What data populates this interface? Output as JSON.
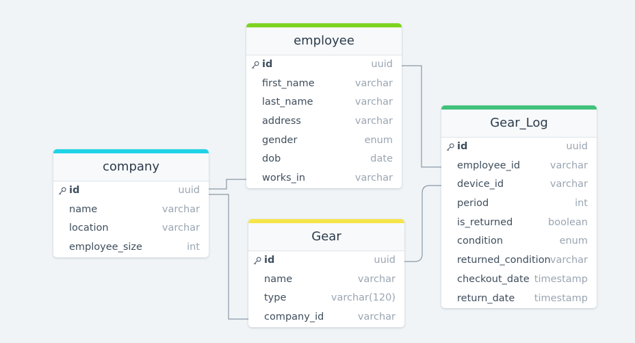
{
  "colors": {
    "background": "#f0f4f7",
    "connector": "#8a97a6",
    "employee_accent": "#7ed321",
    "gear_log_accent": "#3fc27a",
    "company_accent": "#1fd3e6",
    "gear_accent": "#f6e54a"
  },
  "tables": {
    "employee": {
      "name": "employee",
      "fields": [
        {
          "name": "id",
          "type": "uuid",
          "pk": true
        },
        {
          "name": "first_name",
          "type": "varchar"
        },
        {
          "name": "last_name",
          "type": "varchar"
        },
        {
          "name": "address",
          "type": "varchar"
        },
        {
          "name": "gender",
          "type": "enum"
        },
        {
          "name": "dob",
          "type": "date"
        },
        {
          "name": "works_in",
          "type": "varchar"
        }
      ]
    },
    "gear_log": {
      "name": "Gear_Log",
      "fields": [
        {
          "name": "id",
          "type": "uuid",
          "pk": true
        },
        {
          "name": "employee_id",
          "type": "varchar"
        },
        {
          "name": "device_id",
          "type": "varchar"
        },
        {
          "name": "period",
          "type": "int"
        },
        {
          "name": "is_returned",
          "type": "boolean"
        },
        {
          "name": "condition",
          "type": "enum"
        },
        {
          "name": "returned_condition",
          "type": "varchar"
        },
        {
          "name": "checkout_date",
          "type": "timestamp"
        },
        {
          "name": "return_date",
          "type": "timestamp"
        }
      ]
    },
    "company": {
      "name": "company",
      "fields": [
        {
          "name": "id",
          "type": "uuid",
          "pk": true
        },
        {
          "name": "name",
          "type": "varchar"
        },
        {
          "name": "location",
          "type": "varchar"
        },
        {
          "name": "employee_size",
          "type": "int"
        }
      ]
    },
    "gear": {
      "name": "Gear",
      "fields": [
        {
          "name": "id",
          "type": "uuid",
          "pk": true
        },
        {
          "name": "name",
          "type": "varchar"
        },
        {
          "name": "type",
          "type": "varchar(120)"
        },
        {
          "name": "company_id",
          "type": "varchar"
        }
      ]
    }
  }
}
